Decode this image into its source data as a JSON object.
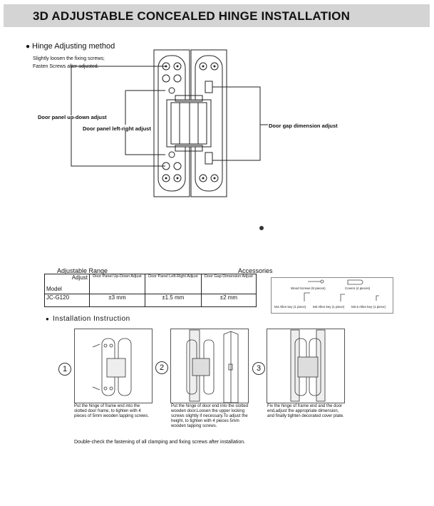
{
  "page": {
    "title": "3D ADJUSTABLE CONCEALED HINGE INSTALLATION"
  },
  "adjusting": {
    "heading": "Hinge Adjusting method",
    "line1": "Slightly loosen the fixing screws;",
    "line2": "Fasten Screws after adjusted.",
    "label_updown": "Door panel up-down adjust",
    "label_leftright": "Door panel left-right adjust",
    "label_gap": "Door gap dimension adjust"
  },
  "specs": {
    "range_title": "Adjustable Range",
    "accessories_title": "Accessories",
    "corner_adjust": "Adjust",
    "corner_model": "Model",
    "col1": "Door Panel Up-Down Adjust",
    "col2": "Door Panel Left-Right Adjust",
    "col3": "Door Gap Dimension Adjust",
    "model": "JC-G120",
    "val1": "±3 mm",
    "val2": "±1.5 mm",
    "val3": "±2 mm"
  },
  "accessories": {
    "wood_screws": "Wood Screws (8 pieces)",
    "covers": "Covers (4 pieces)",
    "m4": "M4 Allen key (1 piece)",
    "m3": "M3 Allen key (1 piece)",
    "m25": "M2.5 Allen key (1 piece)"
  },
  "install": {
    "heading": "Installation  Instruction",
    "n1": "1",
    "n2": "2",
    "n3": "3",
    "step1": "Put the hinge of frame end into the slotted door frame, to tighten with 4 pieces of 5mm wooden tapping screws.",
    "step2": "Put the hinge of door end into the slotted wooden door.Loosen the upper locking screws slightly if necessary.To adjust the height, to tighten with 4 pieces 5mm wooden tapping screws.",
    "step3": "Fix the hinge of frame end and the door end,adjust the appropriate dimension, and finally tighten decorated cover plate.",
    "footer": "Double-check the fastening of all clamping and fixing screws after installation."
  }
}
